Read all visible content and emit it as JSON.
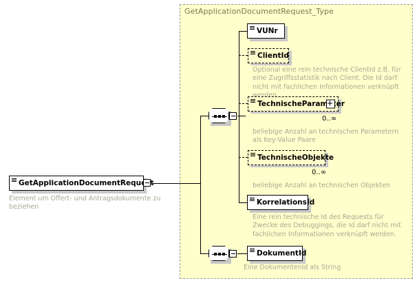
{
  "diagram": {
    "kind": "xml-schema-element-diagram",
    "background_color": "#ffffff",
    "type_container_color": "#ffffcc",
    "description_text_color": "#a8a890"
  },
  "type_container": {
    "title": "GetApplicationDocumentRequest_Type"
  },
  "root_element": {
    "name": "GetApplicationDocumentRequest",
    "description": "Element um Offert- und Antragsdokumente zu beziehen",
    "expander": "minus"
  },
  "sequences": [
    {
      "id": "sequence-top",
      "symbol": "sequence-icon",
      "expander": "minus"
    },
    {
      "id": "sequence-bottom",
      "symbol": "sequence-icon",
      "expander": "minus"
    }
  ],
  "elements": [
    {
      "name": "VUNr",
      "optional": false,
      "expandable": false,
      "cardinality": "",
      "description": ""
    },
    {
      "name": "ClientId",
      "optional": true,
      "expandable": false,
      "cardinality": "",
      "description": "Optional eine rein technische ClientId z.B. für eine Zugriffsstatistik nach Client. Die Id darf nicht mit fachlichen Informationen verknüpft werden."
    },
    {
      "name": "TechnischeParameter",
      "optional": true,
      "expandable": true,
      "cardinality": "0..∞",
      "description": "beliebige Anzahl an technischen Parametern als Key-Value Paare"
    },
    {
      "name": "TechnischeObjekte",
      "optional": true,
      "expandable": false,
      "cardinality": "0..∞",
      "description": "beliebige Anzahl an technischen Objekten"
    },
    {
      "name": "KorrelationsId",
      "optional": false,
      "expandable": false,
      "cardinality": "",
      "description": "Eine rein technische Id des Requests für Zwecke des Debuggings, die Id darf nicht mit fachlichen Informationen verknüpft werden."
    },
    {
      "name": "DokumentId",
      "optional": false,
      "expandable": false,
      "cardinality": "",
      "description": "Eine DokumentenId als String"
    }
  ]
}
